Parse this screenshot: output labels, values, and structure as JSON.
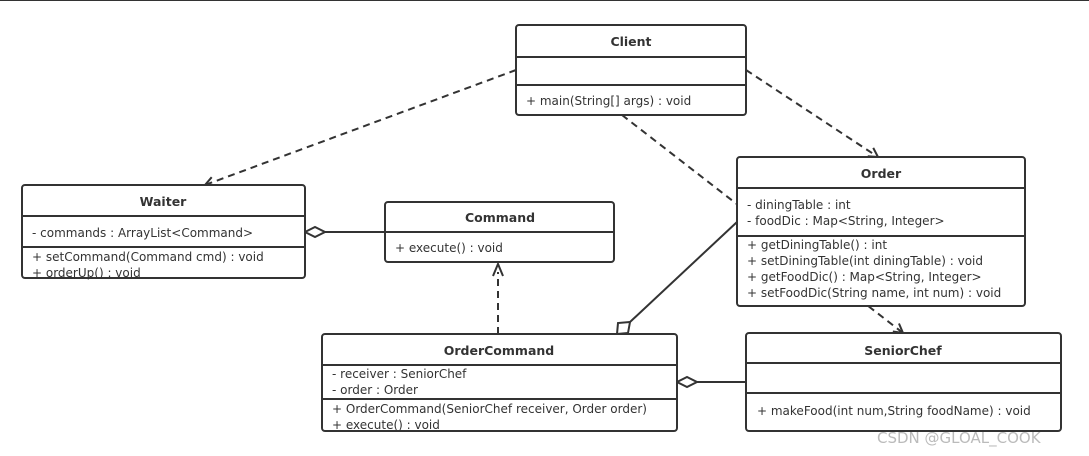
{
  "classes": {
    "client": {
      "name": "Client",
      "attributes": [],
      "methods": [
        "+ main(String[] args) : void"
      ]
    },
    "waiter": {
      "name": "Waiter",
      "attributes": [
        "- commands :  ArrayList<Command>"
      ],
      "methods": [
        "+ setCommand(Command cmd) : void",
        "+ orderUp() : void"
      ]
    },
    "command": {
      "name": "Command",
      "attributes": [],
      "methods": [
        "+ execute() : void"
      ]
    },
    "order": {
      "name": "Order",
      "attributes": [
        "- diningTable : int",
        "- foodDic :   Map<String, Integer>"
      ],
      "methods": [
        "+ getDiningTable() : int",
        "+ setDiningTable(int diningTable) : void",
        "+ getFoodDic() : Map<String, Integer>",
        "+ setFoodDic(String name, int num) : void"
      ]
    },
    "orderCommand": {
      "name": "OrderCommand",
      "attributes": [
        "- receiver : SeniorChef",
        "- order : Order"
      ],
      "methods": [
        "+ OrderCommand(SeniorChef receiver, Order order)",
        "+ execute() : void"
      ]
    },
    "seniorChef": {
      "name": "SeniorChef",
      "attributes": [],
      "methods": [
        "+ makeFood(int num,String foodName) : void"
      ]
    }
  },
  "relations": [
    {
      "from": "Client",
      "to": "Waiter",
      "type": "dependency"
    },
    {
      "from": "Client",
      "to": "Order",
      "type": "dependency"
    },
    {
      "from": "Client",
      "to": "SeniorChef",
      "type": "dependency"
    },
    {
      "from": "OrderCommand",
      "to": "Command",
      "type": "realization"
    },
    {
      "from": "Waiter",
      "to": "Command",
      "type": "aggregation"
    },
    {
      "from": "OrderCommand",
      "to": "Order",
      "type": "aggregation"
    },
    {
      "from": "OrderCommand",
      "to": "SeniorChef",
      "type": "aggregation"
    }
  ],
  "watermark": "CSDN @GLOAL_COOK"
}
